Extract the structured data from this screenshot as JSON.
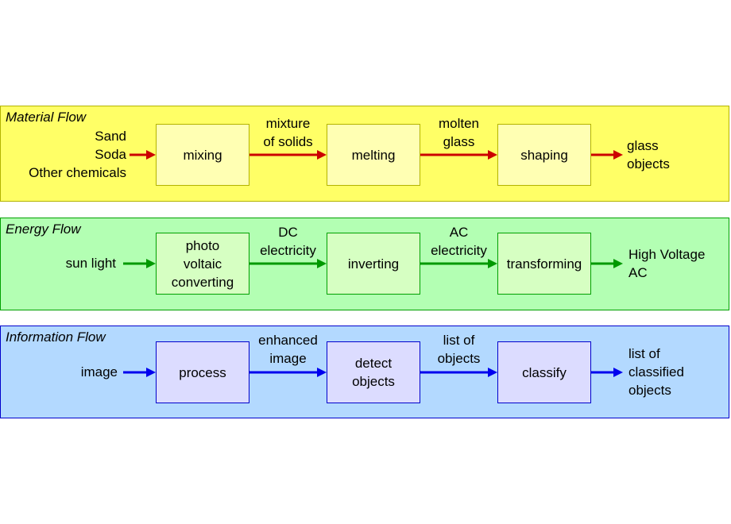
{
  "colors": {
    "material": {
      "band": "#ffff66",
      "border": "#b3b300",
      "box": "#ffffb3",
      "arrow": "#cc0000"
    },
    "energy": {
      "band": "#b3ffb3",
      "border": "#00a000",
      "box": "#d6ffc2",
      "arrow": "#009900"
    },
    "information": {
      "band": "#b3d9ff",
      "border": "#0000cc",
      "box": "#dcdcff",
      "arrow": "#0000ee"
    }
  },
  "material": {
    "title": "Material Flow",
    "input": "Sand\nSoda\nOther chemicals",
    "box1": "mixing",
    "between1": "mixture\nof solids",
    "box2": "melting",
    "between2": "molten\nglass",
    "box3": "shaping",
    "output": "glass\nobjects"
  },
  "energy": {
    "title": "Energy Flow",
    "input": "sun light",
    "box1": "photo\nvoltaic\nconverting",
    "between1": "DC\nelectricity",
    "box2": "inverting",
    "between2": "AC\nelectricity",
    "box3": "transforming",
    "output": "High Voltage\nAC"
  },
  "information": {
    "title": "Information Flow",
    "input": "image",
    "box1": "process",
    "between1": "enhanced\nimage",
    "box2": "detect\nobjects",
    "between2": "list of\nobjects",
    "box3": "classify",
    "output": "list of\nclassified\nobjects"
  }
}
